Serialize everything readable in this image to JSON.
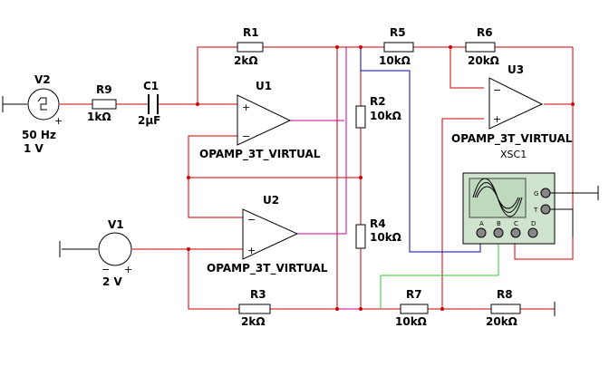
{
  "components": {
    "r1": {
      "ref": "R1",
      "value": "2kΩ"
    },
    "r2": {
      "ref": "R2",
      "value": "10kΩ"
    },
    "r3": {
      "ref": "R3",
      "value": "2kΩ"
    },
    "r4": {
      "ref": "R4",
      "value": "10kΩ"
    },
    "r5": {
      "ref": "R5",
      "value": "10kΩ"
    },
    "r6": {
      "ref": "R6",
      "value": "20kΩ"
    },
    "r7": {
      "ref": "R7",
      "value": "10kΩ"
    },
    "r8": {
      "ref": "R8",
      "value": "20kΩ"
    },
    "r9": {
      "ref": "R9",
      "value": "1kΩ"
    },
    "c1": {
      "ref": "C1",
      "value": "2µF"
    },
    "v1": {
      "ref": "V1",
      "value": "2 V"
    },
    "v2": {
      "ref": "V2",
      "freq": "50 Hz",
      "value": "1 V"
    },
    "u1": {
      "ref": "U1",
      "model": "OPAMP_3T_VIRTUAL"
    },
    "u2": {
      "ref": "U2",
      "model": "OPAMP_3T_VIRTUAL"
    },
    "u3": {
      "ref": "U3",
      "model": "OPAMP_3T_VIRTUAL"
    },
    "xsc1": {
      "ref": "XSC1",
      "channels": [
        "A",
        "B",
        "C",
        "D"
      ],
      "side_terminals": [
        "G",
        "T"
      ]
    }
  },
  "symbols": {
    "minus": "−",
    "plus": "+"
  },
  "colors": {
    "wire_red": "#cc0000",
    "wire_magenta": "#cc0099",
    "wire_blue": "#0000cc",
    "wire_green": "#33cc33",
    "scope_screen": "#bfd9bf",
    "scope_body": "#cfe3cf"
  }
}
